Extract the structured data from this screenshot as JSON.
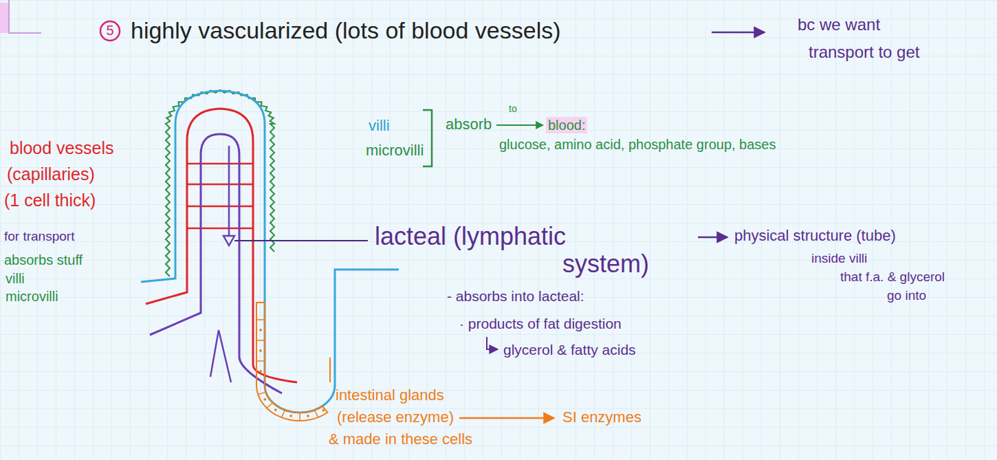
{
  "diagram": {
    "title": "highly vascularized (lots of blood vessels)",
    "labels": [
      "5",
      "bc we want",
      "transport to get",
      "villi",
      "microvilli",
      "to",
      "absorb",
      "blood:",
      "glucose, amino acid, phosphate group, bases",
      "blood vessels",
      "(capillaries)",
      "(1 cell thick)",
      "for transport",
      "absorbs stuff",
      "villi",
      "microvilli",
      "lacteal (lymphatic",
      "system)",
      "physical structure (tube)",
      "inside villi",
      "that f.a. & glycerol",
      "go into",
      "- absorbs into lacteal:",
      "· products of fat digestion",
      "glycerol & fatty acids",
      "intestinal glands",
      "(release enzyme)",
      "SI enzymes",
      "& made in these cells"
    ]
  }
}
